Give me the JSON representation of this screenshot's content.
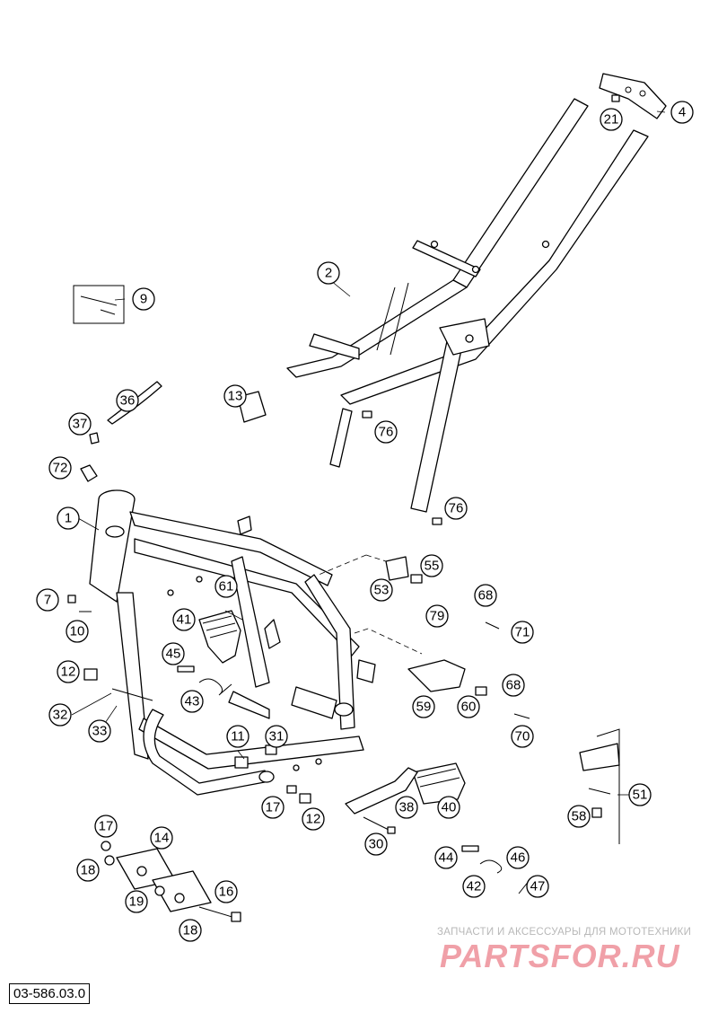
{
  "drawing_number": "03-586.03.0",
  "watermark": {
    "caption": "ЗАПЧАСТИ И АКСЕССУАРЫ ДЛЯ МОТОТЕХНИКИ",
    "logo": "PARTSFOR.RU"
  },
  "callouts": [
    {
      "id": "c1",
      "label": "1"
    },
    {
      "id": "c2",
      "label": "2"
    },
    {
      "id": "c4",
      "label": "4"
    },
    {
      "id": "c7",
      "label": "7"
    },
    {
      "id": "c9",
      "label": "9"
    },
    {
      "id": "c10",
      "label": "10"
    },
    {
      "id": "c11",
      "label": "11"
    },
    {
      "id": "c12a",
      "label": "12"
    },
    {
      "id": "c12b",
      "label": "12"
    },
    {
      "id": "c13",
      "label": "13"
    },
    {
      "id": "c14",
      "label": "14"
    },
    {
      "id": "c16",
      "label": "16"
    },
    {
      "id": "c17a",
      "label": "17"
    },
    {
      "id": "c17b",
      "label": "17"
    },
    {
      "id": "c18a",
      "label": "18"
    },
    {
      "id": "c18b",
      "label": "18"
    },
    {
      "id": "c19",
      "label": "19"
    },
    {
      "id": "c21",
      "label": "21"
    },
    {
      "id": "c30",
      "label": "30"
    },
    {
      "id": "c31",
      "label": "31"
    },
    {
      "id": "c32",
      "label": "32"
    },
    {
      "id": "c33",
      "label": "33"
    },
    {
      "id": "c36",
      "label": "36"
    },
    {
      "id": "c37",
      "label": "37"
    },
    {
      "id": "c38",
      "label": "38"
    },
    {
      "id": "c40",
      "label": "40"
    },
    {
      "id": "c41",
      "label": "41"
    },
    {
      "id": "c42",
      "label": "42"
    },
    {
      "id": "c43",
      "label": "43"
    },
    {
      "id": "c44",
      "label": "44"
    },
    {
      "id": "c45",
      "label": "45"
    },
    {
      "id": "c46",
      "label": "46"
    },
    {
      "id": "c47",
      "label": "47"
    },
    {
      "id": "c51",
      "label": "51"
    },
    {
      "id": "c53",
      "label": "53"
    },
    {
      "id": "c55",
      "label": "55"
    },
    {
      "id": "c58",
      "label": "58"
    },
    {
      "id": "c59",
      "label": "59"
    },
    {
      "id": "c60",
      "label": "60"
    },
    {
      "id": "c61",
      "label": "61"
    },
    {
      "id": "c68a",
      "label": "68"
    },
    {
      "id": "c68b",
      "label": "68"
    },
    {
      "id": "c70",
      "label": "70"
    },
    {
      "id": "c71",
      "label": "71"
    },
    {
      "id": "c72",
      "label": "72"
    },
    {
      "id": "c76a",
      "label": "76"
    },
    {
      "id": "c76b",
      "label": "76"
    },
    {
      "id": "c79",
      "label": "79"
    }
  ]
}
